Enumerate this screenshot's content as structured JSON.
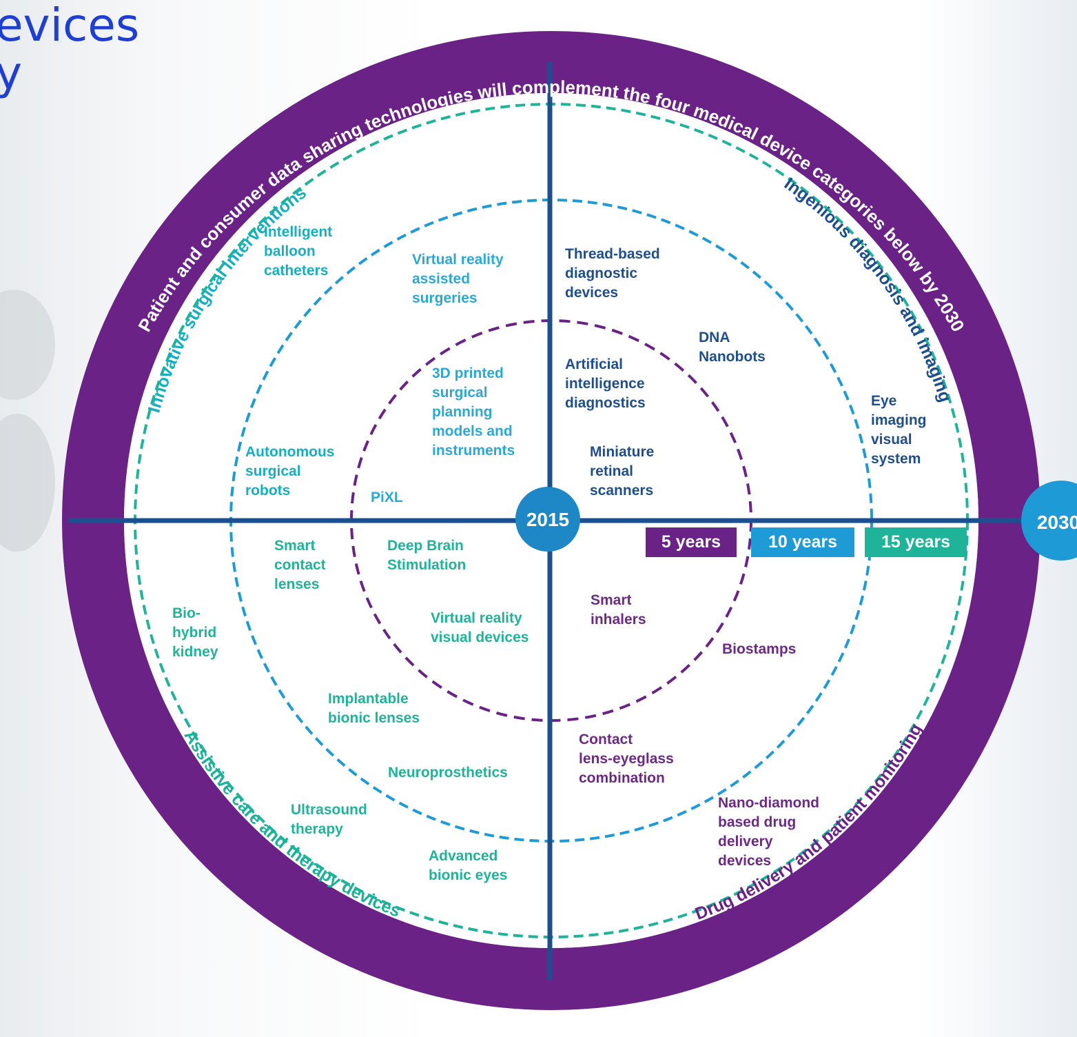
{
  "title": "...evices\n...y",
  "ring_text": "Patient and consumer data sharing technologies will complement the four medical device categories below by 2030",
  "categories": {
    "surgical": "Innovative surgical interventions",
    "diagnosis": "Ingenious diagnosis and imaging",
    "assistive": "Assistive care and therapy devices",
    "drug": "Drug delivery and patient monitoring"
  },
  "center_label": "2015",
  "end_label": "2030",
  "timeline": {
    "y5": "5 years",
    "y10": "10 years",
    "y15": "15 years"
  },
  "colors": {
    "ring": "#6b2287",
    "axis": "#1b4f8f",
    "center": "#1e88c7",
    "y5": "#6b2287",
    "y10": "#1e9bd7",
    "y15": "#1fb39a",
    "title": "#1f3fd4"
  },
  "items": {
    "intelligent_balloon": "Intelligent\nballoon\ncatheters",
    "vr_surgeries": "Virtual reality\nassisted\nsurgeries",
    "printed_3d": "3D printed\nsurgical\nplanning\nmodels and\ninstruments",
    "autonomous": "Autonomous\nsurgical\nrobots",
    "pixl": "PiXL",
    "thread_based": "Thread-based\ndiagnostic\ndevices",
    "dna": "DNA\nNanobots",
    "ai_diag": "Artificial\nintelligence\ndiagnostics",
    "eye_imaging": "Eye\nimaging\nvisual\nsystem",
    "retinal": "Miniature\nretinal\nscanners",
    "smart_contact": "Smart\ncontact\nlenses",
    "deep_brain": "Deep Brain\nStimulation",
    "bio_kidney": "Bio-\nhybrid\nkidney",
    "vr_visual": "Virtual reality\nvisual devices",
    "bionic_lenses": "Implantable\nbionic lenses",
    "neuroprosthetics": "Neuroprosthetics",
    "ultrasound": "Ultrasound\ntherapy",
    "bionic_eyes": "Advanced\nbionic eyes",
    "smart_inhalers": "Smart\ninhalers",
    "biostamps": "Biostamps",
    "contact_eyeglass": "Contact\nlens-eyeglass\ncombination",
    "nano_diamond": "Nano-diamond\nbased drug\ndelivery\ndevices"
  }
}
